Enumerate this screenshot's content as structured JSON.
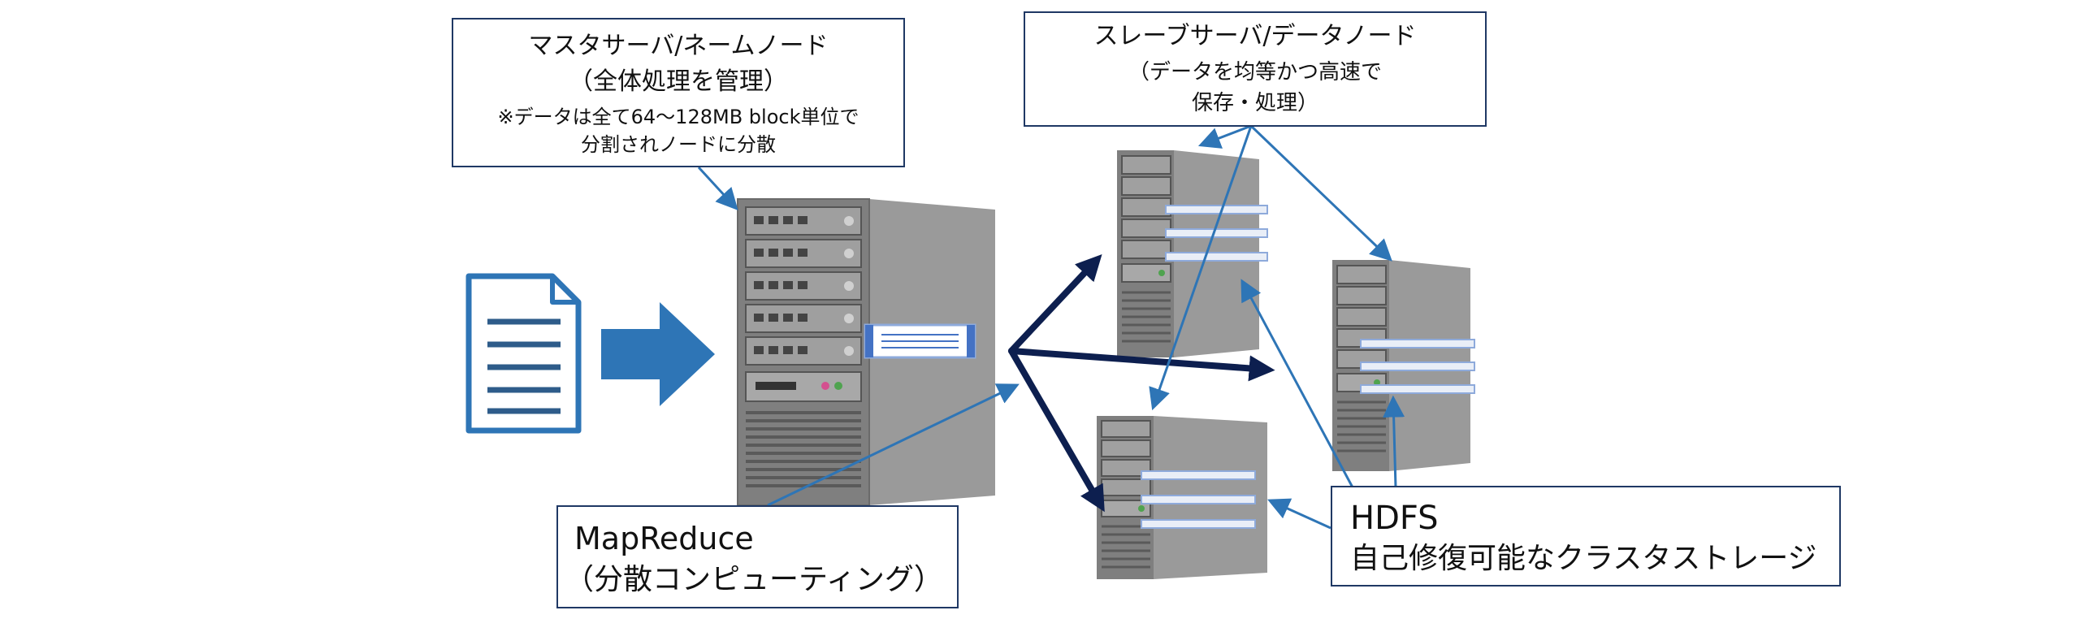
{
  "master_box": {
    "title": "マスタサーバ/ネームノード",
    "subtitle": "（全体処理を管理）",
    "note_line1": "※データは全て64～128MB block単位で",
    "note_line2": "分割されノードに分散"
  },
  "slave_box": {
    "title": "スレーブサーバ/データノード",
    "subtitle_line1": "（データを均等かつ高速で",
    "subtitle_line2": "保存・処理）"
  },
  "mapreduce_box": {
    "title": "MapReduce",
    "subtitle": "（分散コンピューティング）"
  },
  "hdfs_box": {
    "title": "HDFS",
    "subtitle": "自己修復可能なクラスタストレージ"
  },
  "colors": {
    "box_border": "#1f3864",
    "callout_line": "#2e75b6",
    "big_arrow": "#2e75b6",
    "dark_arrow": "#0d1f4f",
    "server_body": "#8c8c8c",
    "document": "#2e75b6"
  },
  "icons": {
    "document": "document-icon",
    "arrow": "right-arrow-icon",
    "server": "server-icon"
  }
}
